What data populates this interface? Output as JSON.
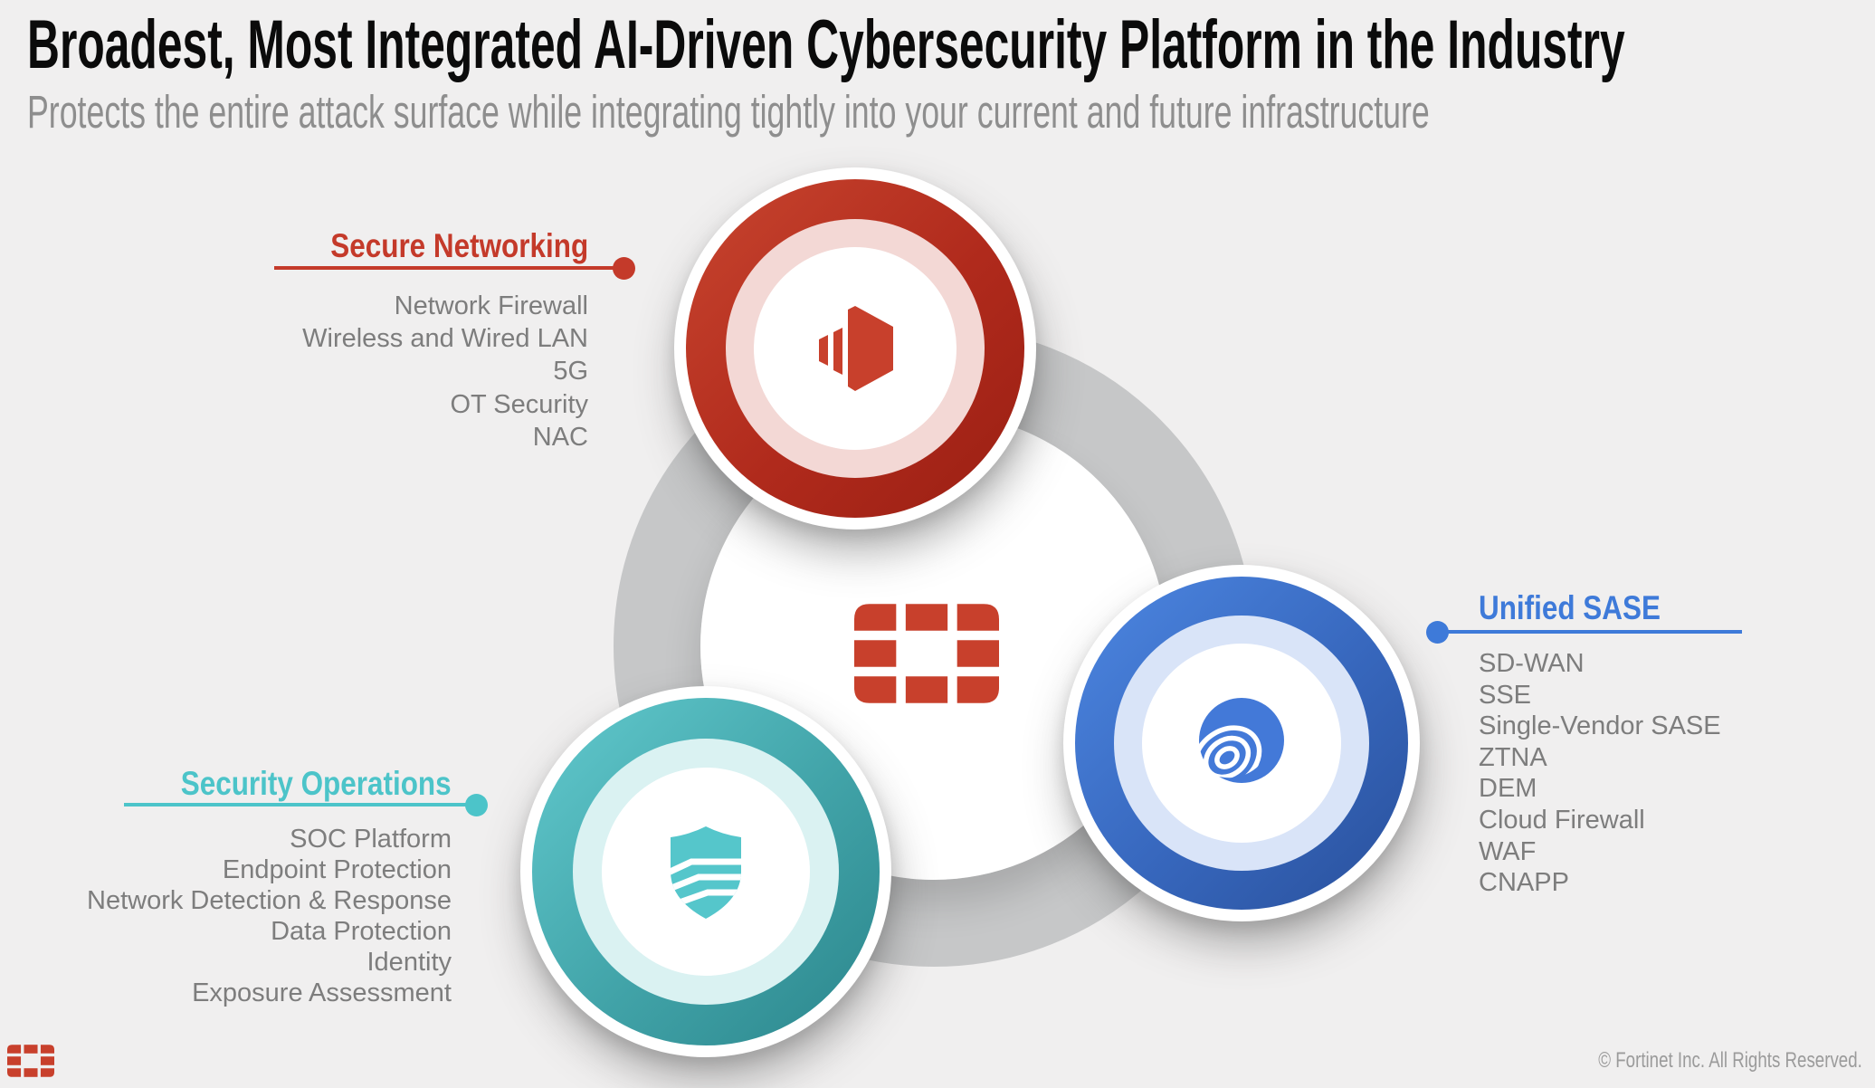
{
  "header": {
    "title": "Broadest, Most Integrated AI-Driven Cybersecurity Platform in the Industry",
    "subtitle": "Protects the entire attack surface while integrating tightly into your current and future infrastructure"
  },
  "groups": [
    {
      "label": "Secure Networking",
      "accent_color": "#c43a2a",
      "icon": "cube-signal-icon",
      "items": [
        "Network Firewall",
        "Wireless and Wired LAN",
        "5G",
        "OT Security",
        "NAC"
      ]
    },
    {
      "label": "Security Operations",
      "accent_color": "#4cc4c9",
      "icon": "shield-stripes-icon",
      "items": [
        "SOC Platform",
        "Endpoint Protection",
        "Network Detection & Response",
        "Data Protection",
        "Identity",
        "Exposure Assessment"
      ]
    },
    {
      "label": "Unified SASE",
      "accent_color": "#3e7ad9",
      "icon": "globe-waves-icon",
      "items": [
        "SD-WAN",
        "SSE",
        "Single-Vendor SASE",
        "ZTNA",
        "DEM",
        "Cloud Firewall",
        "WAF",
        "CNAPP"
      ]
    }
  ],
  "center": {
    "icon": "fortinet-grid-logo"
  },
  "colors": {
    "background": "#f0efef",
    "ring_gray": "#c6c7c8",
    "red_dark": "#9a1f13",
    "red_light": "#f3d8d5",
    "teal_dark": "#2b868c",
    "teal_light": "#daf2f2",
    "blue_dark": "#29509b",
    "blue_light": "#d9e4f8",
    "fortinet_red": "#c8402c"
  },
  "footer": {
    "copyright": "© Fortinet Inc. All Rights Reserved."
  }
}
